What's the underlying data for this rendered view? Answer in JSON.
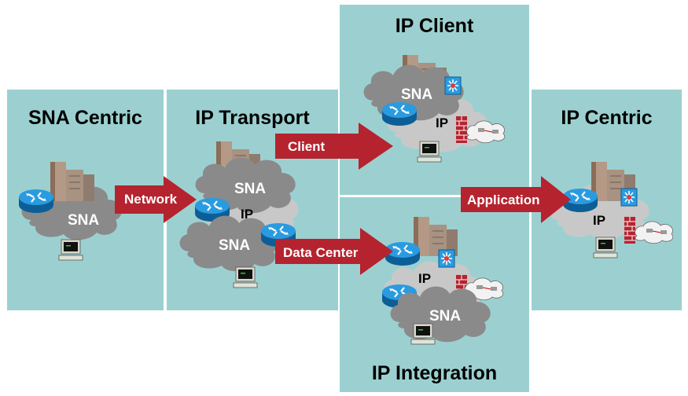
{
  "panels": {
    "sna_centric": {
      "title": "SNA Centric"
    },
    "ip_transport": {
      "title": "IP Transport"
    },
    "ip_client": {
      "title": "IP Client"
    },
    "ip_integration": {
      "title": "IP Integration"
    },
    "ip_centric": {
      "title": "IP Centric"
    }
  },
  "arrows": {
    "network": "Network",
    "client": "Client",
    "data_center": "Data Center",
    "application": "Application"
  },
  "cloud_labels": {
    "sna": "SNA",
    "ip": "IP"
  },
  "colors": {
    "panel": "#9cd0d0",
    "arrow": "#b5232f",
    "router": "#1f8fd6",
    "cloud": "#c8c8c8",
    "sna_cloud": "#8a8a8a"
  }
}
